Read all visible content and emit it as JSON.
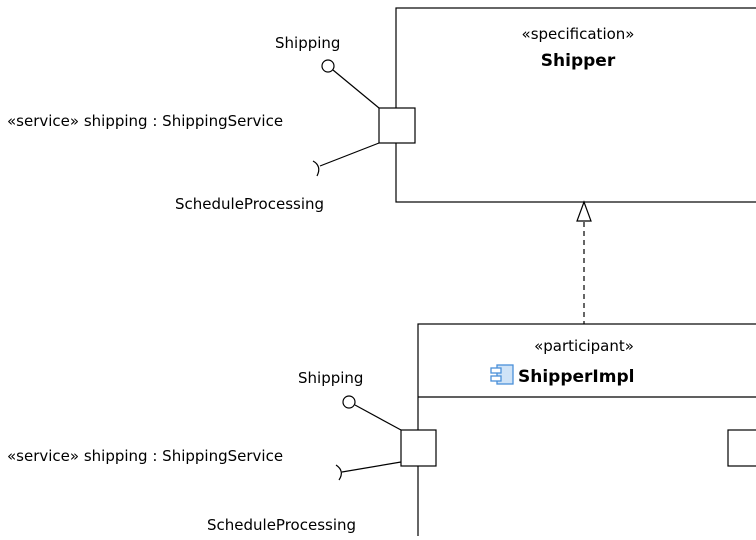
{
  "colors": {
    "line": "#000000",
    "background": "#ffffff",
    "component_icon": "#4a90d9"
  },
  "shipper": {
    "stereotype": "«specification»",
    "name": "Shipper",
    "port": {
      "provided_interface": "Shipping",
      "label": "«service» shipping : ShippingService",
      "required_interface": "ScheduleProcessing"
    }
  },
  "shipper_impl": {
    "stereotype": "«participant»",
    "name": "ShipperImpl",
    "icon": "component-icon",
    "port": {
      "provided_interface": "Shipping",
      "label": "«service» shipping : ShippingService",
      "required_interface": "ScheduleProcessing"
    }
  }
}
